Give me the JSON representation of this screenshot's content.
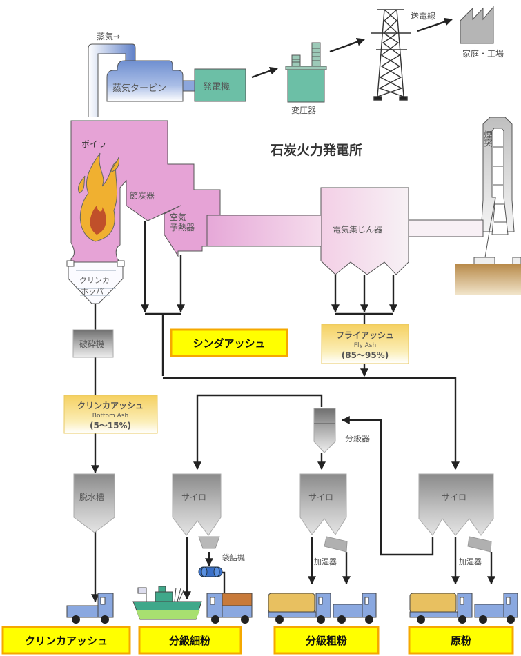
{
  "title": "石炭火力発電所",
  "top": {
    "steam": "蒸気→",
    "turbine": "蒸気タービン",
    "generator": "発電機",
    "transformer": "変圧器",
    "transmission_line": "送電線",
    "consumers": "家庭・工場",
    "chimney": "煙突"
  },
  "boiler": {
    "boiler": "ボイラ",
    "economizer": "節炭器",
    "air_preheater_1": "空気",
    "air_preheater_2": "予熱器",
    "precipitator": "電気集じん器",
    "hopper_1": "クリンカ",
    "hopper_2": "ホッパ"
  },
  "process": {
    "crusher": "破砕機",
    "cinder_ash": "シンダアッシュ",
    "bottom_ash": {
      "jp": "クリンカアッシュ",
      "en": "Bottom Ash",
      "pct": "(5～15%)"
    },
    "fly_ash": {
      "jp": "フライアッシュ",
      "en": "Fly Ash",
      "pct": "(85～95%)"
    },
    "classifier": "分級器",
    "dewater_tank": "脱水槽",
    "silo": "サイロ",
    "bagging": "袋詰機",
    "humidifier": "加湿器"
  },
  "products": [
    "クリンカアッシュ",
    "分級細粉",
    "分級粗粉",
    "原粉"
  ],
  "colors": {
    "boiler_pink": "#e6a3d6",
    "precip_pink": "#f6dced",
    "turbine_blue": "#7f9fd6",
    "generator_teal": "#6cbfa6",
    "flame_orange": "#f0b030",
    "flame_red": "#c0502a",
    "label_yellow": "#ffff00",
    "label_border": "#f5a800",
    "truck_blue": "#8aa8e0",
    "cargo_tan": "#e8c060",
    "ship_teal": "#3fa88a",
    "ship_green": "#a8e070",
    "ground": "#c8a060"
  }
}
